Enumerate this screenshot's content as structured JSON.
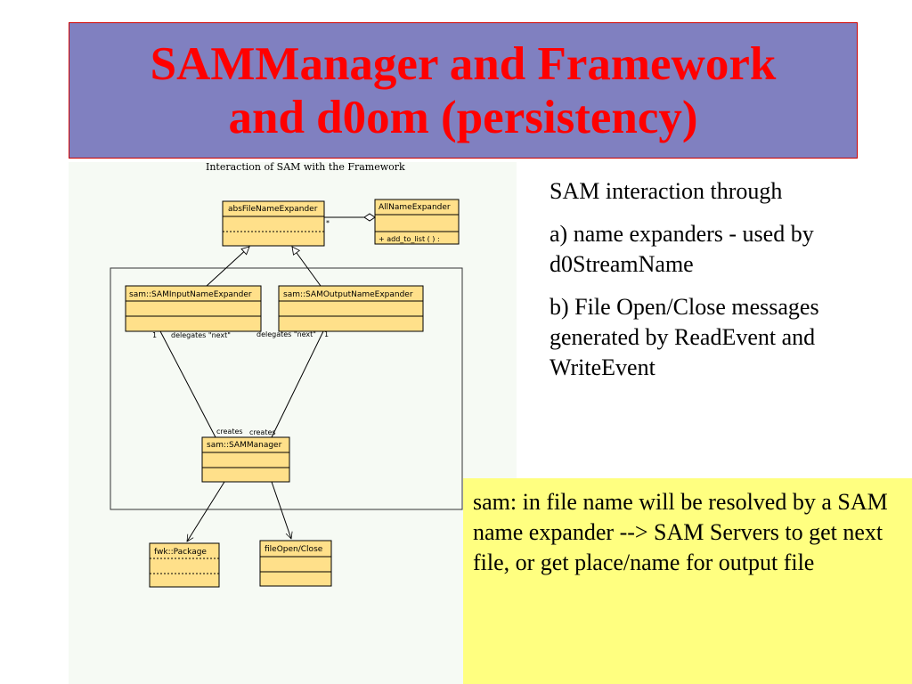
{
  "title": {
    "line1": "SAMManager and Framework",
    "line2": "and d0om (persistency)"
  },
  "diagram": {
    "title": "Interaction of SAM with the Framework",
    "classes": {
      "abs_file_name_expander": "absFileNameExpander",
      "all_name_expander": "AllNameExpander",
      "all_name_expander_method": "+ add_to_list (  ) :",
      "sam_input_name_expander": "sam::SAMInputNameExpander",
      "sam_output_name_expander": "sam::SAMOutputNameExpander",
      "sam_manager": "sam::SAMManager",
      "fwk_package": "fwk::Package",
      "file_open_close": "fileOpen/Close"
    },
    "labels": {
      "multiplicity_star": "*",
      "multiplicity_left": "1",
      "multiplicity_right": "1",
      "delegates_left": "delegates \"next\"",
      "delegates_right": "delegates \"next\"",
      "creates_left": "creates",
      "creates_right": "creates"
    },
    "colors": {
      "class_fill": "#ffe08a",
      "line": "#000000"
    }
  },
  "bullets": [
    "SAM interaction through",
    "a) name expanders - used by d0StreamName",
    "b) File Open/Close messages generated by ReadEvent and WriteEvent"
  ],
  "note": "sam: in file name will be resolved by a SAM name expander --> SAM Servers to get next file, or get place/name for output file",
  "colors": {
    "title_bg": "#8080c0",
    "title_text": "#ff0000",
    "note_bg": "#ffff80"
  }
}
